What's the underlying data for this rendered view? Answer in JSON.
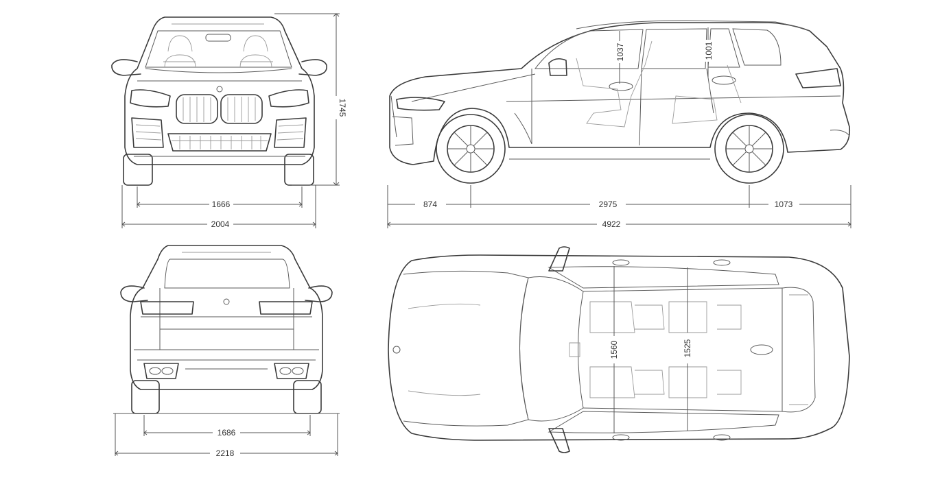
{
  "dimensions": {
    "front_height": "1745",
    "front_track": "1666",
    "front_width": "2004",
    "rear_track": "1686",
    "rear_width_mirrors": "2218",
    "front_overhang": "874",
    "wheelbase": "2975",
    "rear_overhang": "1073",
    "length": "4922",
    "front_headroom": "1037",
    "rear_headroom": "1001",
    "front_shoulder": "1560",
    "rear_shoulder": "1525"
  },
  "colors": {
    "line": "#3a3a3a",
    "background": "#ffffff"
  }
}
